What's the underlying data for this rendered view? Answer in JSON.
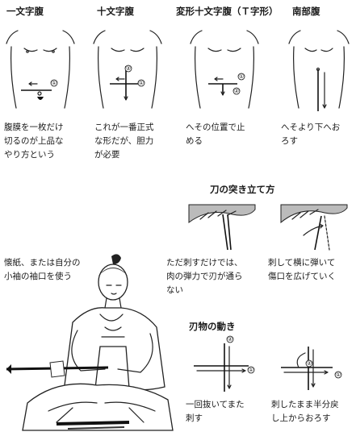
{
  "methods": [
    {
      "title": "一文字腹",
      "desc": "腹膜を一枚だけ\n切るのが上品な\nやり方という"
    },
    {
      "title": "十文字腹",
      "desc": "これが一番正式\nな形だが、胆力\nが必要"
    },
    {
      "title": "変形十文字腹（Ｔ字形）",
      "desc": "へその位置で止\nめる"
    },
    {
      "title": "南部腹",
      "desc": "へそより下へお\nろす"
    }
  ],
  "kaishi_note": "懐紙、または自分の\n小袖の袖口を使う",
  "thrust": {
    "title": "刀の突き立て方",
    "left_desc": "ただ刺すだけでは、\n肉の弾力で刃が通ら\nない",
    "right_desc": "刺して横に弾いて\n傷口を広げていく"
  },
  "motion": {
    "title": "刃物の動き",
    "left_desc": "一回抜いてまた\n刺す",
    "right_desc": "刺したまま半分戻\nし上からおろす"
  },
  "step_marks": [
    "①",
    "②"
  ]
}
